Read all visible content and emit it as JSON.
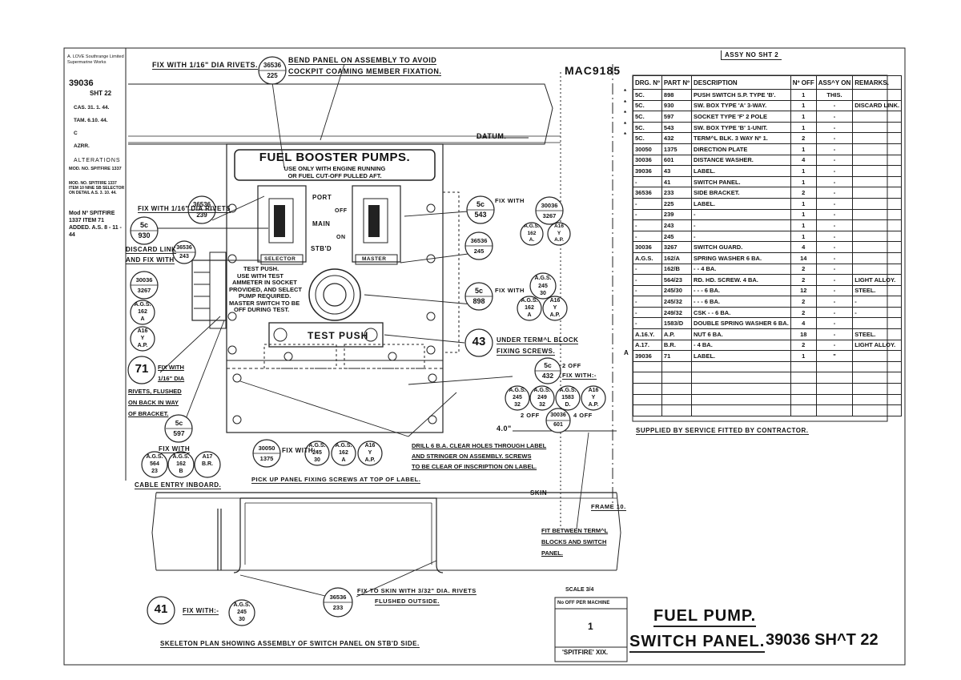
{
  "sheet": {
    "ref": "ASSY No SHT 2",
    "drawing_no": "MAC9185"
  },
  "amendments": {
    "maker": "A. LOVE Southrange Limited Supermarine Works",
    "number": "39036",
    "sheet": "SHT 22",
    "dates": [
      "CAS. 31. 1. 44.",
      "TAM. 6.10. 44.",
      "C",
      "AZRR."
    ],
    "header": "ALTERATIONS",
    "items": [
      "MOD. NO. SPITFIRE 1337",
      "MOD. NO. SPITFIRE 1337 ITEM 10 NINE SB SELECTOR ON DETAIL A.S. 3. 10. 44.",
      "Mod Nº SPITFIRE 1337 ITEM 71 ADDED. A.S. 8 - 11 - 44"
    ]
  },
  "panel": {
    "title": "FUEL BOOSTER PUMPS.",
    "subtitle1": "USE ONLY WITH ENGINE RUNNING",
    "subtitle2": "OR FUEL CUT-OFF PULLED AFT.",
    "switch_labels": [
      "PORT",
      "MAIN",
      "STB'D"
    ],
    "on_off": [
      "OFF",
      "ON"
    ],
    "selector": "SELECTOR",
    "master": "MASTER",
    "test_text": [
      "TEST PUSH.",
      "USE WITH TEST",
      "AMMETER IN SOCKET",
      "PROVIDED, AND SELECT",
      "PUMP REQUIRED.",
      "MASTER SWITCH TO BE",
      "OFF DURING TEST."
    ],
    "test_push": "TEST PUSH"
  },
  "notes": {
    "fix_rivets_top": "FIX WITH 1/16\" DIA RIVETS.",
    "bend_panel": "BEND PANEL ON ASSEMBLY TO AVOID",
    "bend_panel2": "COCKPIT COAMING MEMBER FIXATION.",
    "datum": "DATUM.",
    "fix_rivets_left": "FIX WITH 1/16\" DIA RIVETS",
    "discard_link": "DISCARD LINK",
    "and_fix_with": "AND FIX WITH",
    "fix_with": "FIX WITH",
    "fix_with2": "FIX WITH:-",
    "fix_with_71": [
      "FIX WITH",
      "1/16\" DIA",
      "RIVETS, FLUSHED",
      "ON BACK IN WAY",
      "OF BRACKET."
    ],
    "under_block": "UNDER TERM^L BLOCK",
    "fixing_screws": "FIXING SCREWS.",
    "two_off": "2 OFF",
    "four_off": "4 OFF",
    "forty": "4.0\"",
    "cable_entry": "CABLE ENTRY INBOARD.",
    "drill": [
      "DRILL 6 B.A. CLEAR HOLES THROUGH LABEL",
      "AND STRINGER ON ASSEMBLY. SCREWS",
      "TO BE CLEAR OF INSCRIPTION ON LABEL."
    ],
    "pick_up": "PICK UP PANEL FIXING SCREWS AT TOP OF LABEL.",
    "skin": "SKIN",
    "frame": "FRAME 10.",
    "fit_between": [
      "FIT BETWEEN TERM^L",
      "BLOCKS AND SWITCH",
      "PANEL."
    ],
    "fix_to_skin": "FIX TO SKIN WITH 3/32\" DIA. RIVETS",
    "flushed": "FLUSHED OUTSIDE.",
    "skeleton": "SKELETON PLAN SHOWING ASSEMBLY OF SWITCH PANEL ON STB'D SIDE.",
    "supplied": "SUPPLIED BY SERVICE FITTED BY CONTRACTOR."
  },
  "balloons": {
    "b36536_225": [
      "36536",
      "225"
    ],
    "b36536_239": [
      "36536",
      "239"
    ],
    "b36536_243": [
      "36536",
      "243"
    ],
    "b5c_930": [
      "5c",
      "930"
    ],
    "b30036_3267": [
      "30036",
      "3267"
    ],
    "bags_162a": [
      "A.G.S.",
      "162",
      "A"
    ],
    "ba16": [
      "A16",
      "Y",
      "A.P."
    ],
    "b71": "71",
    "b5c_597": [
      "5c",
      "597"
    ],
    "b5c_543": [
      "5c",
      "543"
    ],
    "b30036_3267r": [
      "30036",
      "3267"
    ],
    "bags162a_r": [
      "A.G.S.",
      "162",
      "A."
    ],
    "ba16_r": [
      "A16",
      "Y",
      "A.P."
    ],
    "b36536_245": [
      "36536",
      "245"
    ],
    "bags245_30": [
      "A.G.S.",
      "245",
      "30"
    ],
    "b5c_898": [
      "5c",
      "898"
    ],
    "bags162a_r2": [
      "A.G.S.",
      "162",
      "A"
    ],
    "ba16_r2": [
      "A16",
      "Y",
      "A.P."
    ],
    "b43": "43",
    "b5c_432": [
      "5c",
      "432"
    ],
    "bags245_32": [
      "A.G.S.",
      "245",
      "32"
    ],
    "bags249_32": [
      "A.G.S.",
      "249",
      "32"
    ],
    "bags1583d": [
      "A.G.S.",
      "1583",
      "D."
    ],
    "ba16_r3": [
      "A16",
      "Y",
      "A.P."
    ],
    "b30036_601": [
      "30036",
      "601"
    ],
    "b30050": [
      "30050",
      "1375"
    ],
    "bags245_30b": [
      "A.G.S.",
      "245",
      "30"
    ],
    "bags162a_b": [
      "A.G.S.",
      "162",
      "A"
    ],
    "ba16_b": [
      "A16",
      "Y",
      "A.P."
    ],
    "bags564": [
      "A.G.S.",
      "564",
      "23"
    ],
    "bags162b": [
      "A.G.S.",
      "162",
      "B"
    ],
    "ba17": [
      "A17",
      "",
      "B.R."
    ],
    "b41": "41",
    "bags245_30c": [
      "A.G.S.",
      "245",
      "30"
    ],
    "b36536_233": [
      "36536",
      "233"
    ]
  },
  "parts_table": {
    "headers": [
      "DRG. Nº",
      "PART Nº",
      "DESCRIPTION",
      "Nº OFF",
      "ASS^Y ON",
      "REMARKS."
    ],
    "rows": [
      [
        "5C.",
        "898",
        "PUSH SWITCH S.P. TYPE 'B'.",
        "1",
        "THIS.",
        ""
      ],
      [
        "5C.",
        "930",
        "SW. BOX TYPE 'A' 3-WAY.",
        "1",
        "-",
        "DISCARD LINK."
      ],
      [
        "5C.",
        "597",
        "SOCKET TYPE 'F' 2 POLE",
        "1",
        "-",
        ""
      ],
      [
        "5C.",
        "543",
        "SW. BOX TYPE 'B' 1-UNIT.",
        "1",
        "-",
        ""
      ],
      [
        "5C.",
        "432",
        "TERM^L BLK. 3 WAY Nº 1.",
        "2",
        "-",
        ""
      ],
      [
        "30050",
        "1375",
        "DIRECTION PLATE",
        "1",
        "-",
        ""
      ],
      [
        "30036",
        "601",
        "DISTANCE WASHER.",
        "4",
        "-",
        ""
      ],
      [
        "39036",
        "43",
        "LABEL.",
        "1",
        "-",
        ""
      ],
      [
        "-",
        "41",
        "SWITCH PANEL.",
        "1",
        "-",
        ""
      ],
      [
        "36536",
        "233",
        "SIDE BRACKET.",
        "2",
        "-",
        ""
      ],
      [
        "-",
        "225",
        "LABEL.",
        "1",
        "-",
        ""
      ],
      [
        "-",
        "239",
        "-",
        "1",
        "-",
        ""
      ],
      [
        "-",
        "243",
        "-",
        "1",
        "-",
        ""
      ],
      [
        "-",
        "245",
        "-",
        "1",
        "-",
        ""
      ],
      [
        "30036",
        "3267",
        "SWITCH GUARD.",
        "4",
        "-",
        ""
      ],
      [
        "A.G.S.",
        "162/A",
        "SPRING WASHER 6 BA.",
        "14",
        "-",
        ""
      ],
      [
        "-",
        "162/B",
        "-   -   4 BA.",
        "2",
        "-",
        ""
      ],
      [
        "-",
        "564/23",
        "RD. HD. SCREW.   4 BA.",
        "2",
        "-",
        "LIGHT ALLOY."
      ],
      [
        "-",
        "245/30",
        "-   -   -   6 BA.",
        "12",
        "-",
        "STEEL."
      ],
      [
        "-",
        "245/32",
        "-   -   -   6 BA.",
        "2",
        "-",
        "-"
      ],
      [
        "-",
        "249/32",
        "CSK  -   -   6 BA.",
        "2",
        "-",
        "-"
      ],
      [
        "-",
        "1583/D",
        "DOUBLE SPRING WASHER 6 BA.",
        "4",
        "-",
        ""
      ],
      [
        "A.16.Y.",
        "A.P.",
        "NUT 6 BA.",
        "18",
        "-",
        "STEEL."
      ],
      [
        "A.17.",
        "B.R.",
        "-   4 BA.",
        "2",
        "-",
        "LIGHT ALLOY."
      ],
      [
        "39036",
        "71",
        "LABEL.",
        "1",
        "\"",
        ""
      ],
      [
        "",
        "",
        "",
        "",
        "",
        ""
      ],
      [
        "",
        "",
        "",
        "",
        "",
        ""
      ],
      [
        "",
        "",
        "",
        "",
        "",
        ""
      ],
      [
        "",
        "",
        "",
        "",
        "",
        ""
      ],
      [
        "",
        "",
        "",
        "",
        "",
        ""
      ]
    ],
    "row_markers": [
      "*",
      "*",
      "*",
      "*",
      "*",
      "",
      "",
      "",
      "",
      "",
      "",
      "",
      "",
      "",
      "",
      "",
      "",
      "",
      "",
      "",
      "",
      "",
      "",
      "",
      "A"
    ]
  },
  "title_block": {
    "scale": "SCALE 3/4",
    "no_off": "No OFF PER MACHINE",
    "qty": "1",
    "machine": "'SPITFIRE' XIX.",
    "title1": "FUEL PUMP.",
    "title2": "SWITCH PANEL.",
    "number": "39036 SH^T 22"
  }
}
